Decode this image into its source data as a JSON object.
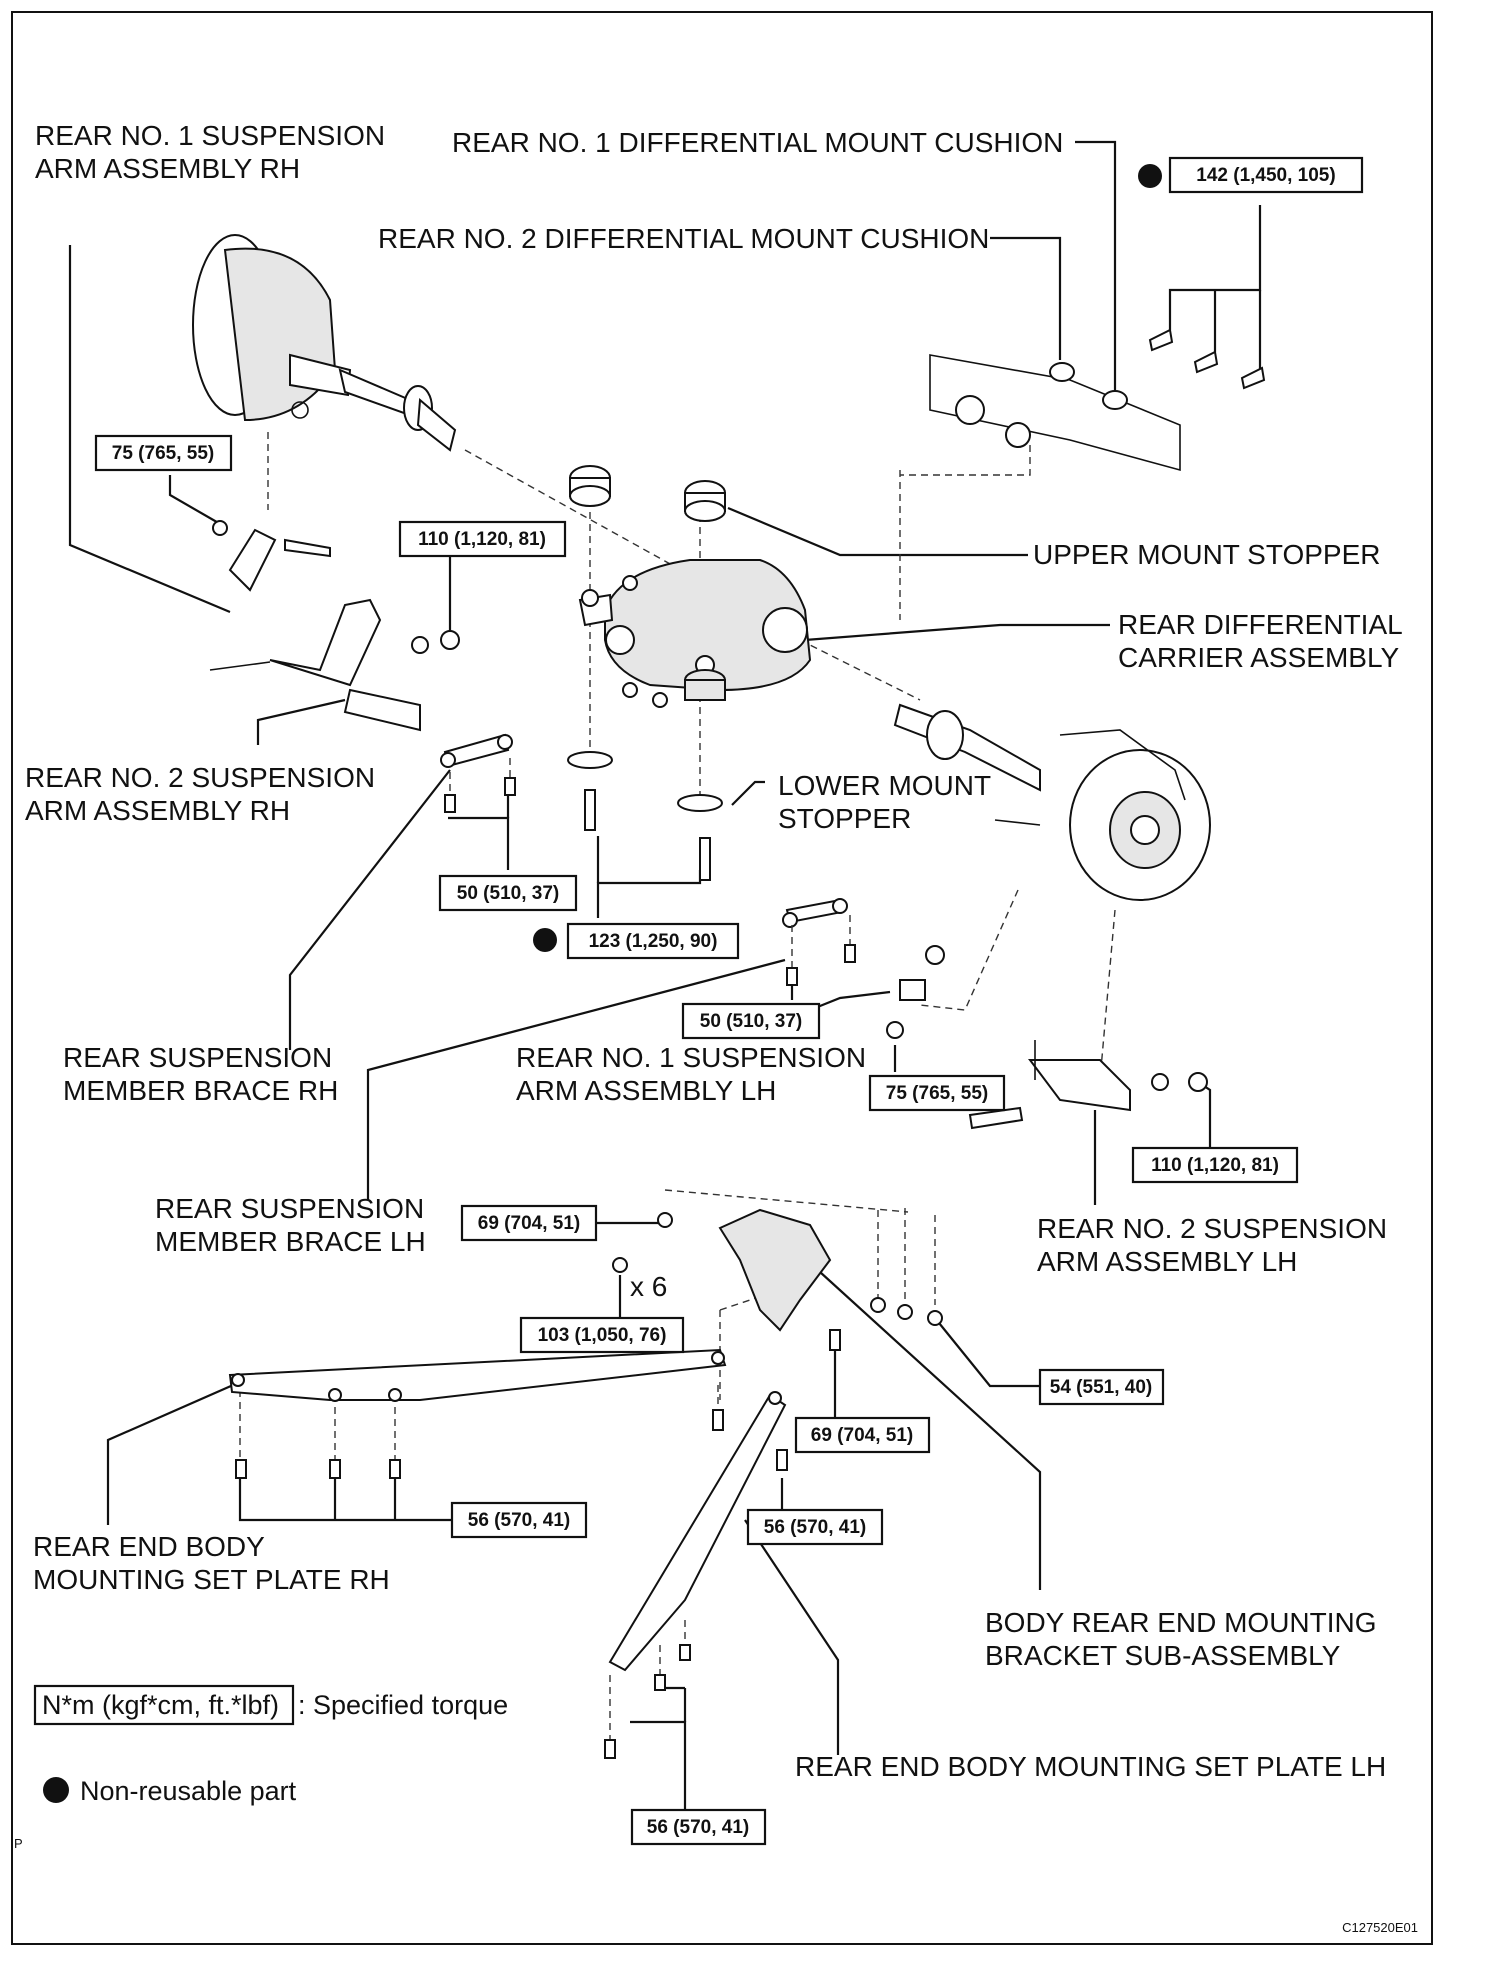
{
  "labels": {
    "rear_no1_susp_arm_rh": [
      "REAR NO. 1 SUSPENSION",
      "ARM ASSEMBLY RH"
    ],
    "rear_no1_diff_mount_cushion": "REAR NO. 1 DIFFERENTIAL MOUNT CUSHION",
    "rear_no2_diff_mount_cushion": "REAR NO. 2 DIFFERENTIAL MOUNT CUSHION",
    "upper_mount_stopper": "UPPER MOUNT STOPPER",
    "rear_diff_carrier": [
      "REAR DIFFERENTIAL",
      "CARRIER ASSEMBLY"
    ],
    "rear_no2_susp_arm_rh": [
      "REAR NO. 2 SUSPENSION",
      "ARM ASSEMBLY RH"
    ],
    "lower_mount_stopper": [
      "LOWER MOUNT",
      "STOPPER"
    ],
    "rear_susp_member_brace_rh": [
      "REAR SUSPENSION",
      "MEMBER BRACE RH"
    ],
    "rear_no1_susp_arm_lh": [
      "REAR NO. 1 SUSPENSION",
      "ARM ASSEMBLY LH"
    ],
    "rear_susp_member_brace_lh": [
      "REAR SUSPENSION",
      "MEMBER BRACE LH"
    ],
    "rear_no2_susp_arm_lh": [
      "REAR NO. 2 SUSPENSION",
      "ARM ASSEMBLY LH"
    ],
    "rear_end_body_plate_rh": [
      "REAR END BODY",
      "MOUNTING SET PLATE RH"
    ],
    "body_rear_end_bracket": [
      "BODY REAR END MOUNTING",
      "BRACKET SUB-ASSEMBLY"
    ],
    "rear_end_body_plate_lh": "REAR END BODY MOUNTING SET PLATE LH",
    "x6": "x 6"
  },
  "torques": {
    "t142": "142 (1,450, 105)",
    "t75_rh": "75 (765, 55)",
    "t110_rh": "110 (1,120, 81)",
    "t50_rh": "50 (510, 37)",
    "t123": "123 (1,250, 90)",
    "t50_lh": "50 (510, 37)",
    "t75_lh": "75 (765, 55)",
    "t110_lh": "110 (1,120, 81)",
    "t69_top": "69 (704, 51)",
    "t103": "103 (1,050, 76)",
    "t54": "54 (551, 40)",
    "t69_bot": "69 (704, 51)",
    "t56_rh": "56 (570, 41)",
    "t56_mid": "56 (570, 41)",
    "t56_lh": "56 (570, 41)"
  },
  "legend": {
    "torque_box": "N*m (kgf*cm, ft.*lbf)",
    "torque_text": ": Specified torque",
    "nonreusable": "Non-reusable part"
  },
  "corner_mark": "P",
  "figure_code": "C127520E01"
}
